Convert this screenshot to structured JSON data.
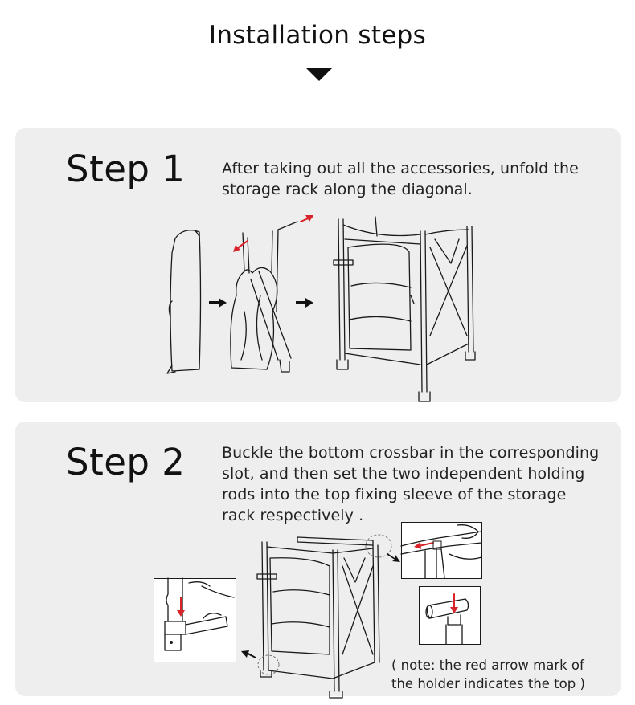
{
  "header": {
    "title": "Installation steps"
  },
  "steps": [
    {
      "label": "Step 1",
      "text": "After taking out all the accessories, unfold the\nstorage rack along the diagonal."
    },
    {
      "label": "Step 2",
      "text": "Buckle the bottom crossbar in the corresponding\nslot, and then set the two independent holding\nrods into the top fixing sleeve of the storage\nrack respectively .",
      "note": "( note: the red arrow mark of\nthe holder indicates the top )"
    }
  ],
  "colors": {
    "card_background": "#eeeeee",
    "arrow_highlight": "#d8232a",
    "text": "#111111"
  },
  "icons": [
    "down-triangle-icon",
    "right-arrow-icon",
    "red-arrow-icon"
  ]
}
